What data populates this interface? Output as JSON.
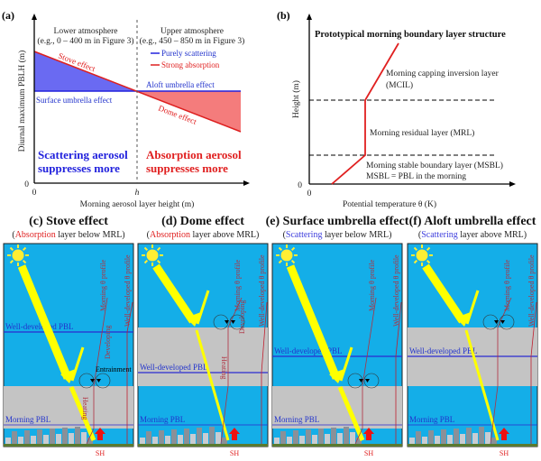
{
  "panel_a": {
    "label": "(a)",
    "ylabel": "Diurnal maximum PBLH (m)",
    "xlabel": "Morning aerosol layer height (m)",
    "x_zero": "0",
    "y_zero": "0",
    "h_tick": "h",
    "lower_title": "Lower atmosphere",
    "lower_sub": "(e.g., 0 – 400 m in Figure 3)",
    "upper_title": "Upper atmosphere",
    "upper_sub": "(e.g., 450 – 850 m in Figure 3)",
    "legend_scattering": "Purely scattering",
    "legend_absorption": "Strong absorption",
    "stove": "Stove effect",
    "dome": "Dome effect",
    "aloft": "Aloft umbrella effect",
    "surface": "Surface umbrella effect",
    "scat_line1": "Scattering aerosol",
    "scat_line2": "suppresses more",
    "abs_line1": "Absorption  aerosol",
    "abs_line2": "suppresses more",
    "colors": {
      "scattering": "#3030e0",
      "absorption": "#e02020"
    }
  },
  "panel_b": {
    "label": "(b)",
    "title": "Prototypical morning boundary layer structure",
    "ylabel": "Height (m)",
    "xlabel": "Potential temperature θ (K)",
    "x_zero": "0",
    "y_zero": "0",
    "mcil_1": "Morning capping inversion layer",
    "mcil_2": "(MCIL)",
    "mrl": "Morning residual layer (MRL)",
    "msbl_1": "Morning stable boundary layer (MSBL)",
    "msbl_2": "MSBL = PBL in the morning"
  },
  "panels": [
    {
      "title": "(c) Stove effect",
      "sub_colored": "Absorption",
      "sub_rest": " layer below MRL)",
      "color": "#e02020"
    },
    {
      "title": "(d) Dome effect",
      "sub_colored": "Absorption",
      "sub_rest": " layer above MRL)",
      "color": "#e02020"
    },
    {
      "title": "(e) Surface umbrella effect",
      "sub_colored": "Scattering",
      "sub_rest": " layer below MRL)",
      "color": "#4040dd"
    },
    {
      "title": "(f) Aloft umbrella effect",
      "sub_colored": "Scattering",
      "sub_rest": " layer above MRL)",
      "color": "#4040dd"
    }
  ],
  "scene": {
    "well_developed_pbl": "Well-developed PBL",
    "morning_pbl": "Morning PBL",
    "morning_profile": "Morning θ profile",
    "well_profile": "Well-developed θ profile",
    "developing": "Developing",
    "entrainment": "Entrainment",
    "heating": "Heating",
    "sh": "SH",
    "sky_color": "#14aee8",
    "aerosol_color": "#c4c4c4"
  }
}
